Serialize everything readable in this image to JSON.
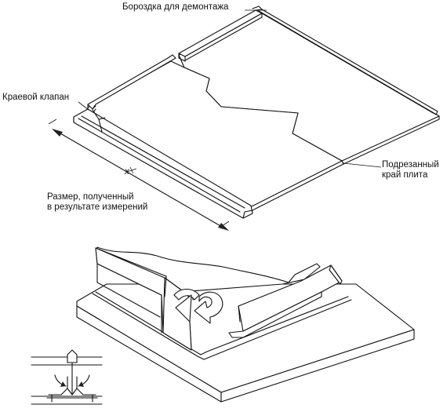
{
  "labels": {
    "groove": "Бороздка для демонтажа",
    "edge_flap": "Краевой клапан",
    "dimension": "x",
    "measured_size_line1": "Размер, полученный",
    "measured_size_line2": "в результате измерений",
    "cut_edge_line1": "Подрезанный",
    "cut_edge_line2": "край плита"
  }
}
